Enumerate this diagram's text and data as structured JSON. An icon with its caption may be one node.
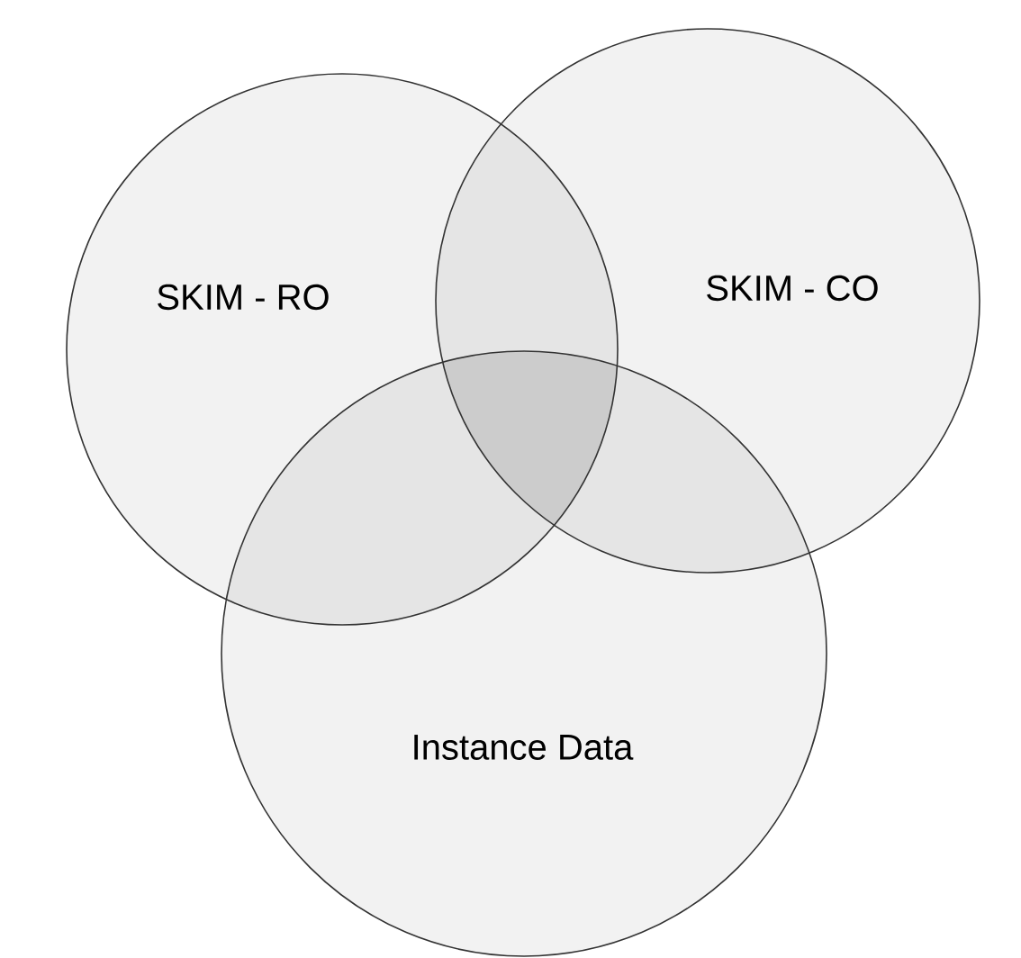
{
  "diagram": {
    "nodes": [
      {
        "text": [
          "SKIM - RO"
        ]
      },
      {
        "text": [
          "SKIM - CO"
        ]
      },
      {
        "text": [
          "Instance Data"
        ]
      }
    ]
  }
}
